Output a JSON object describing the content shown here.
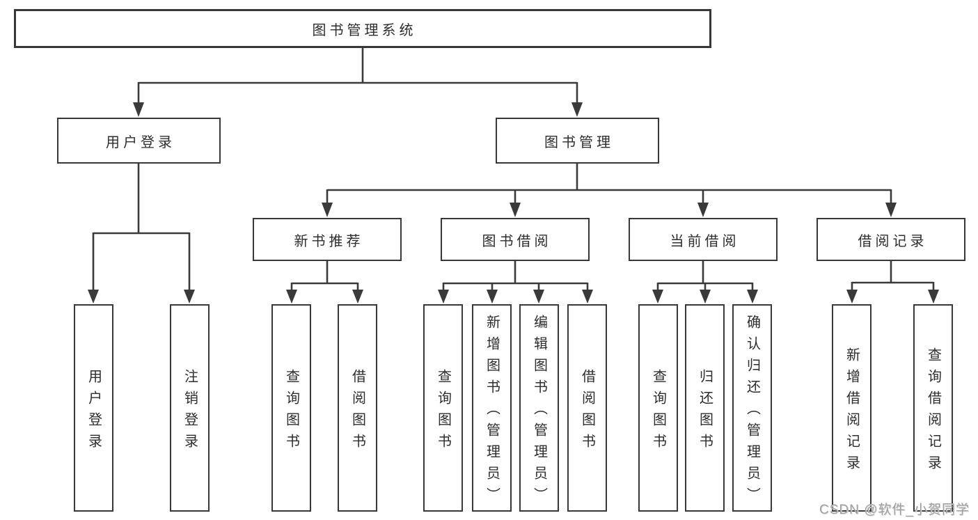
{
  "colors": {
    "line": "#3a3a3a",
    "box_border": "#383838",
    "box_fill": "#ffffff",
    "text": "#2d2d2d",
    "watermark": "#a0a0a0",
    "background": "#ffffff"
  },
  "tree": {
    "root": "图书管理系统",
    "branches": [
      {
        "label": "用户登录",
        "children": [
          "用户登录",
          "注销登录"
        ]
      },
      {
        "label": "图书管理",
        "children": [
          {
            "label": "新书推荐",
            "children": [
              "查询图书",
              "借阅图书"
            ]
          },
          {
            "label": "图书借阅",
            "children": [
              "查询图书",
              "新增图书（管理员）",
              "编辑图书（管理员）",
              "借阅图书"
            ]
          },
          {
            "label": "当前借阅",
            "children": [
              "查询图书",
              "归还图书",
              "确认归还（管理员）"
            ]
          },
          {
            "label": "借阅记录",
            "children": [
              "新增借阅记录",
              "查询借阅记录"
            ]
          }
        ]
      }
    ]
  },
  "watermark": "CSDN @软件_小贺同学"
}
